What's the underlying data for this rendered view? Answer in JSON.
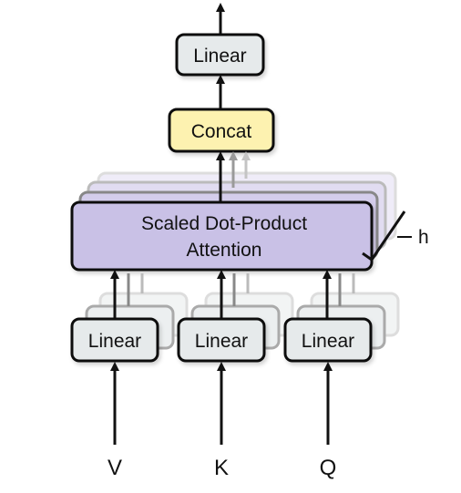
{
  "diagram": {
    "output_linear": {
      "label": "Linear"
    },
    "concat": {
      "label": "Concat"
    },
    "attention": {
      "line1": "Scaled Dot-Product",
      "line2": "Attention"
    },
    "heads_label": "h",
    "input_linears": [
      {
        "label": "Linear"
      },
      {
        "label": "Linear"
      },
      {
        "label": "Linear"
      }
    ],
    "inputs": [
      {
        "label": "V"
      },
      {
        "label": "K"
      },
      {
        "label": "Q"
      }
    ],
    "colors": {
      "linear_fill": "#e6eaeb",
      "concat_fill": "#fdf2b0",
      "attention_fill": "#c9c1e6",
      "stroke": "#111111"
    }
  }
}
